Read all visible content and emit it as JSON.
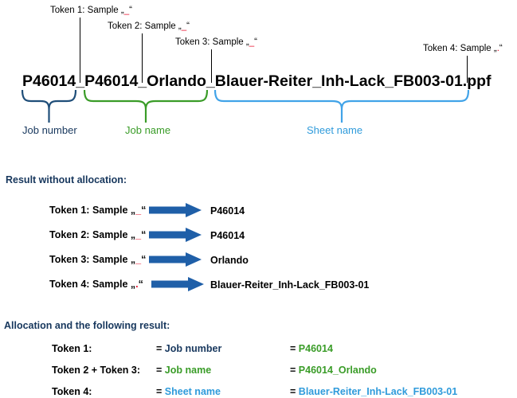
{
  "colors": {
    "navy": "#17375D",
    "brace_navy": "#1F4E79",
    "green": "#3A9C28",
    "light_blue": "#2F9BDB",
    "red": "#E8112D",
    "arrow_blue": "#1F5FA8"
  },
  "filename": {
    "text": "P46014_P46014_Orlando_Blauer-Reiter_Inh-Lack_FB003-01.ppf"
  },
  "top_tokens": [
    {
      "prefix": "Token 1: Sample „",
      "sample": "_",
      "suffix": "“"
    },
    {
      "prefix": "Token 2: Sample „",
      "sample": "_",
      "suffix": "“"
    },
    {
      "prefix": "Token 3: Sample „",
      "sample": "_",
      "suffix": "“"
    },
    {
      "prefix": "Token 4: Sample „",
      "sample": ".",
      "suffix": "“"
    }
  ],
  "braces": [
    {
      "label": "Job number"
    },
    {
      "label": "Job name"
    },
    {
      "label": "Sheet name"
    }
  ],
  "without_allocation": {
    "heading": "Result without allocation:",
    "rows": [
      {
        "prefix": "Token 1: Sample „",
        "sample": "_",
        "suffix": "“",
        "value": "P46014"
      },
      {
        "prefix": "Token 2: Sample „",
        "sample": "_",
        "suffix": "“",
        "value": "P46014"
      },
      {
        "prefix": "Token 3: Sample „",
        "sample": "_",
        "suffix": "“",
        "value": "Orlando"
      },
      {
        "prefix": "Token 4: Sample „",
        "sample": ".",
        "suffix": "“",
        "value": "Blauer-Reiter_Inh-Lack_FB003-01"
      }
    ]
  },
  "allocation": {
    "heading": "Allocation and the following result:",
    "rows": [
      {
        "token": "Token 1:",
        "eq1": "=",
        "name": "Job number",
        "eq2": "=",
        "value": "P46014"
      },
      {
        "token": "Token 2 + Token 3:",
        "eq1": "=",
        "name": "Job name",
        "eq2": "=",
        "value": "P46014_Orlando"
      },
      {
        "token": "Token 4:",
        "eq1": "=",
        "name": "Sheet name",
        "eq2": "=",
        "value": "Blauer-Reiter_Inh-Lack_FB003-01"
      }
    ]
  }
}
